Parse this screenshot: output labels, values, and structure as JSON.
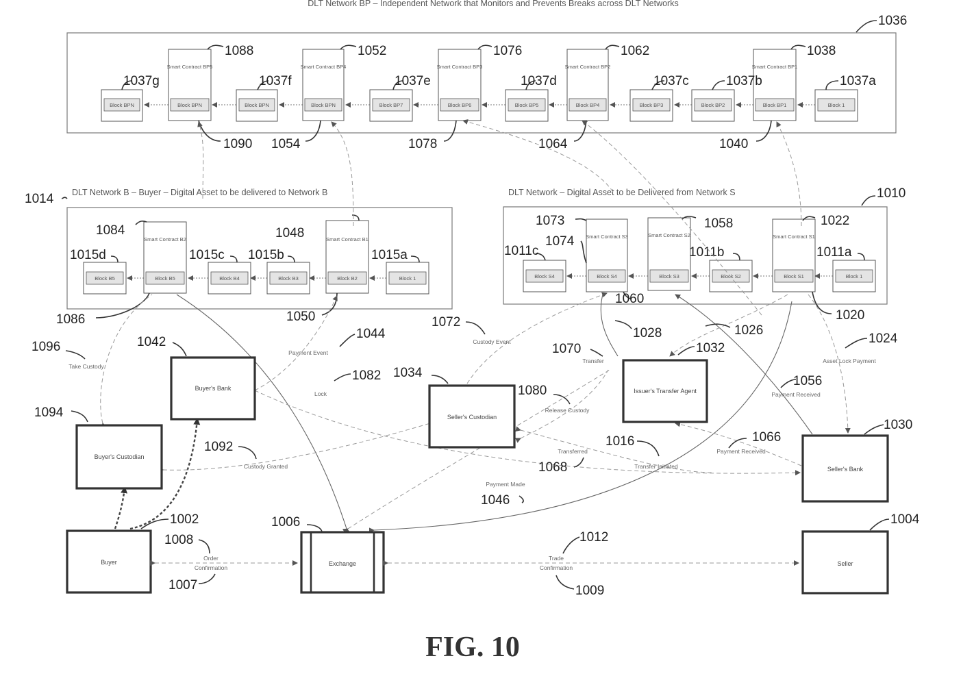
{
  "figure": {
    "caption": "FIG. 10"
  },
  "top_caption": "DLT Network BP – Independent Network that Monitors and Prevents Breaks across DLT Networks",
  "networks": {
    "bp": {
      "ref": "1036"
    },
    "b": {
      "title": "DLT Network B – Buyer –  Digital Asset to be delivered to Network B",
      "ref": "1014"
    },
    "s": {
      "title": "DLT Network – Digital Asset to be Delivered from Network S",
      "ref": "1010"
    }
  },
  "block_texts": {
    "b_genesis": "Block 1",
    "b2": "Block B2",
    "b3": "Block B3",
    "b4": "Block B4",
    "b5": "Block B5",
    "s1": "Block S1",
    "s2": "Block S2",
    "s3": "Block S3",
    "s4": "Block S4",
    "bp1": "Block BP1",
    "bp2": "Block BP2",
    "bp3": "Block BP3",
    "bp4": "Block BP4",
    "bp5": "Block BP5",
    "bp6": "Block BP6",
    "bp7": "Block BP7",
    "bpn": "Block BPN",
    "sc_b1": "Smart Contract B1",
    "sc_b2": "Smart Contract B2",
    "sc_s1": "Smart Contract S1",
    "sc_s2": "Smart Contract S2",
    "sc_s3": "Smart Contract S3",
    "sc_bp1": "Smart Contract BP1",
    "sc_bp2": "Smart Contract BP2",
    "sc_bp3": "Smart Contract BP3",
    "sc_bp4": "Smart Contract BP4",
    "sc_bp5": "Smart Contract BP5"
  },
  "refs": {
    "r1088": "1088",
    "r1052": "1052",
    "r1076": "1076",
    "r1062": "1062",
    "r1038": "1038",
    "r1037g": "1037g",
    "r1037f": "1037f",
    "r1037e": "1037e",
    "r1037d": "1037d",
    "r1037c": "1037c",
    "r1037b": "1037b",
    "r1037a": "1037a",
    "r1090": "1090",
    "r1054": "1054",
    "r1078": "1078",
    "r1064": "1064",
    "r1040": "1040",
    "r1084": "1084",
    "r1048": "1048",
    "r1015d": "1015d",
    "r1015c": "1015c",
    "r1015b": "1015b",
    "r1015a": "1015a",
    "r1086": "1086",
    "r1050": "1050",
    "r1073": "1073",
    "r1074": "1074",
    "r1058": "1058",
    "r1022": "1022",
    "r1011c": "1011c",
    "r1011b": "1011b",
    "r1011a": "1011a",
    "r1060": "1060",
    "r1020": "1020",
    "r1096": "1096",
    "r1042": "1042",
    "r1044": "1044",
    "r1072": "1072",
    "r1028": "1028",
    "r1026": "1026",
    "r1024": "1024",
    "r1070": "1070",
    "r1032": "1032",
    "r1082": "1082",
    "r1034": "1034",
    "r1080": "1080",
    "r1056": "1056",
    "r1094": "1094",
    "r1092": "1092",
    "r1016": "1016",
    "r1066": "1066",
    "r1030": "1030",
    "r1068": "1068",
    "r1046": "1046",
    "r1002": "1002",
    "r1006": "1006",
    "r1004": "1004",
    "r1008": "1008",
    "r1007": "1007",
    "r1012": "1012",
    "r1009": "1009"
  },
  "entities": {
    "buyers_bank": "Buyer's Bank",
    "buyers_custodian": "Buyer's Custodian",
    "sellers_custodian": "Seller's Custodian",
    "issuers_agent": "Issuer's Transfer Agent",
    "sellers_bank": "Seller's Bank",
    "buyer": "Buyer",
    "exchange": "Exchange",
    "seller": "Seller"
  },
  "edge_labels": {
    "buyer_exch": [
      "Order",
      "Confirmation"
    ],
    "exch_seller": [
      "Trade",
      "Confirmation"
    ],
    "e1044": "Payment Event",
    "e1072": "Custody Event",
    "e1070": "Transfer",
    "e1024": "Asset Lock Payment",
    "e1096": "Take Custody",
    "e1082": "Lock",
    "e1080": "Release Custody",
    "e1056": "Payment Received",
    "e1092": "Custody Granted",
    "e1068": "Transferred",
    "e1016": "Transfer Initiated",
    "e1066": "Payment Received",
    "e1046": "Payment Made"
  }
}
